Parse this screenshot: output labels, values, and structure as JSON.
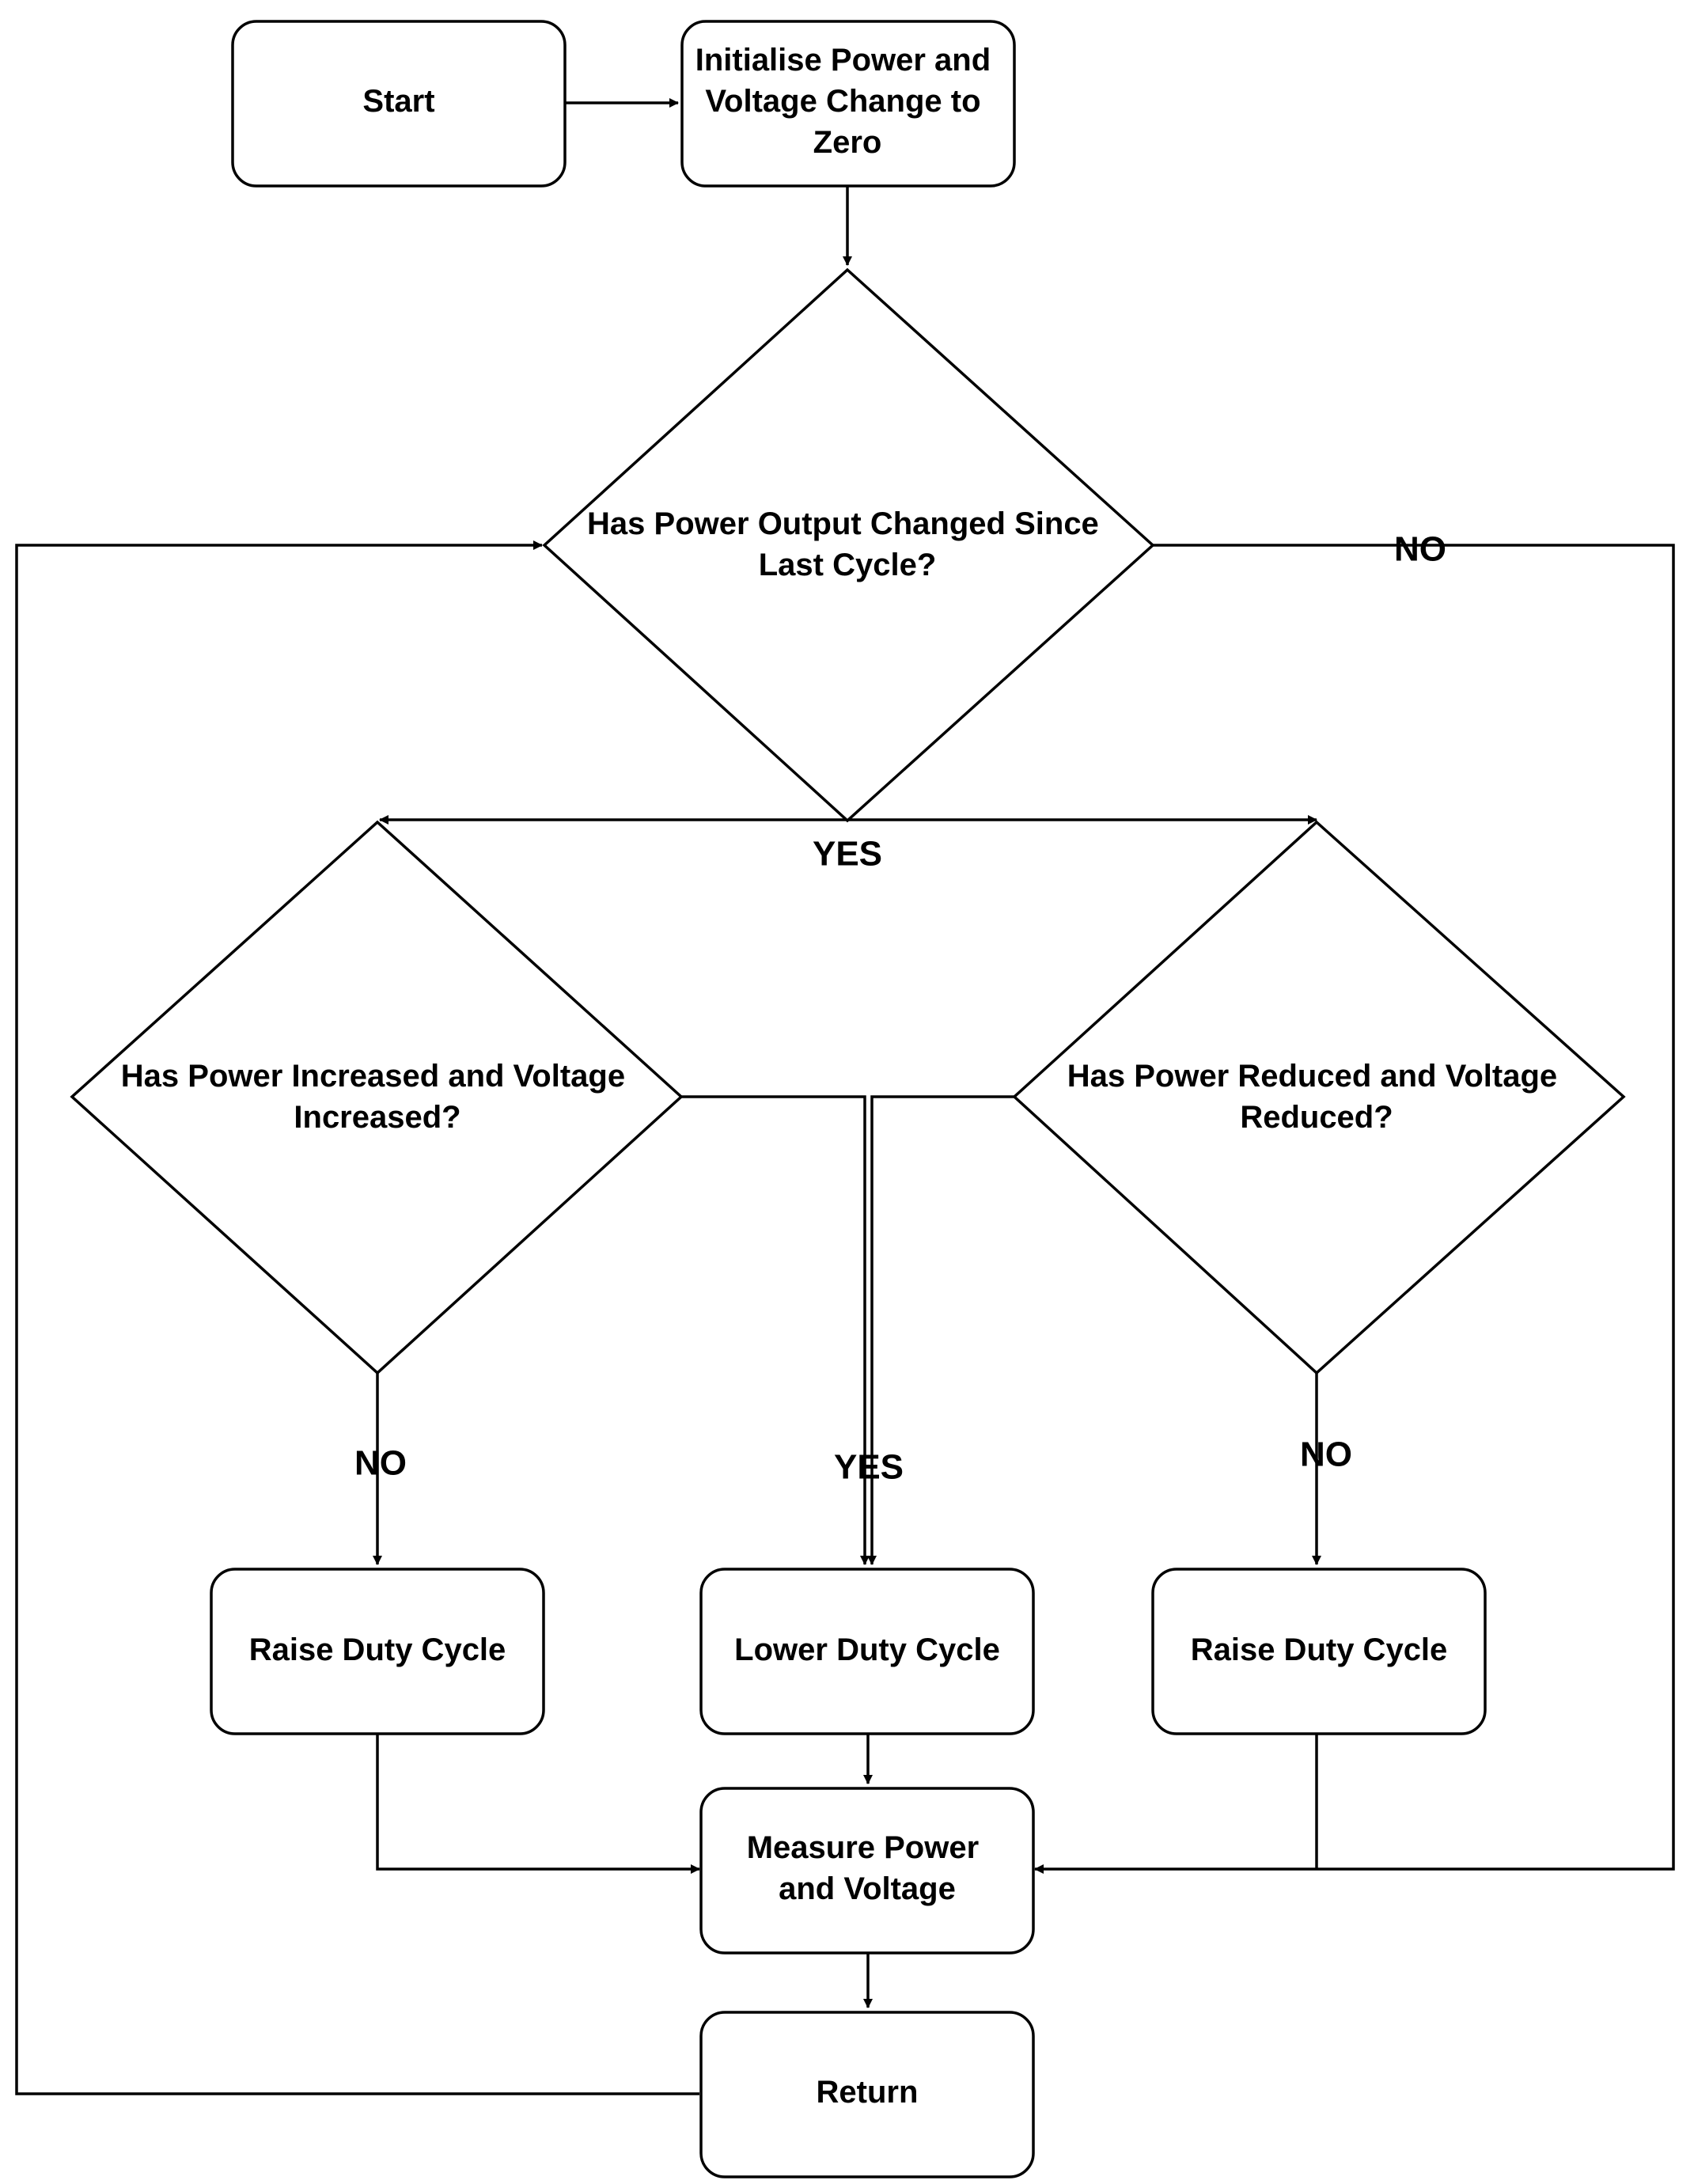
{
  "nodes": {
    "start": {
      "lines": [
        "Start"
      ]
    },
    "init": {
      "lines": [
        "Initialise Power and",
        "Voltage Change to",
        "Zero"
      ]
    },
    "changed": {
      "lines": [
        "Has Power Output Changed Since",
        "Last Cycle?"
      ]
    },
    "increased": {
      "lines": [
        "Has Power Increased and Voltage",
        "Increased?"
      ]
    },
    "reduced": {
      "lines": [
        "Has Power Reduced and Voltage",
        "Reduced?"
      ]
    },
    "raise_left": {
      "lines": [
        "Raise Duty Cycle"
      ]
    },
    "lower": {
      "lines": [
        "Lower Duty Cycle"
      ]
    },
    "raise_right": {
      "lines": [
        "Raise Duty Cycle"
      ]
    },
    "measure": {
      "lines": [
        "Measure Power",
        "and Voltage"
      ]
    },
    "return": {
      "lines": [
        "Return"
      ]
    }
  },
  "edges": {
    "no_main": "NO",
    "yes_main": "YES",
    "no_left": "NO",
    "yes_mid": "YES",
    "no_right": "NO"
  }
}
